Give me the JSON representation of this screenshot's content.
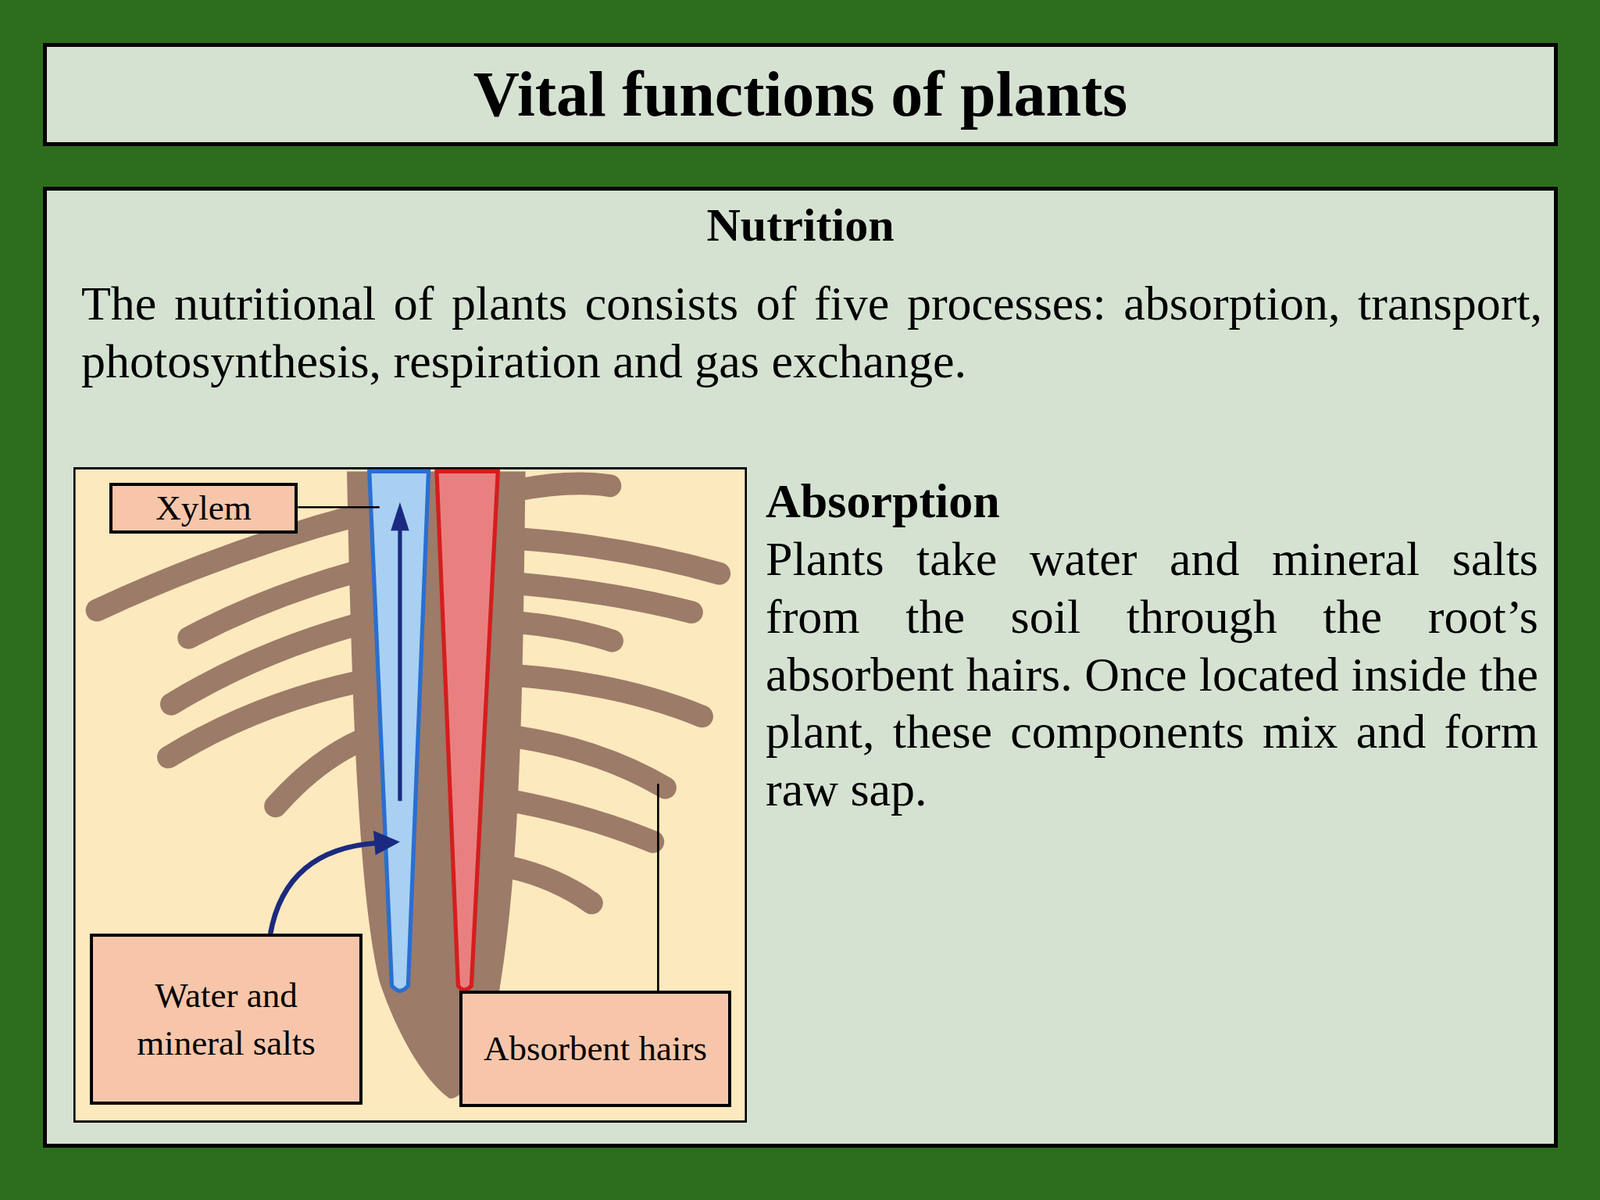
{
  "diagram": {
    "title": "Vital functions of plants",
    "nodes": [
      {
        "text": [
          "Nutrition",
          "The nutritional of plants consists of five processes: absorption, transport, photosynthesis, respiration and gas exchange.",
          "Absorption",
          "Plants take water and mineral salts from the soil through the root’s absorbent hairs. Once located inside the plant, these components mix and form raw sap."
        ]
      },
      {
        "text": [
          "Xylem"
        ],
        "in": 0
      },
      {
        "text": [
          "Water and mineral salts"
        ],
        "in": 0
      },
      {
        "text": [
          "Absorbent hairs"
        ],
        "in": 0
      }
    ]
  }
}
